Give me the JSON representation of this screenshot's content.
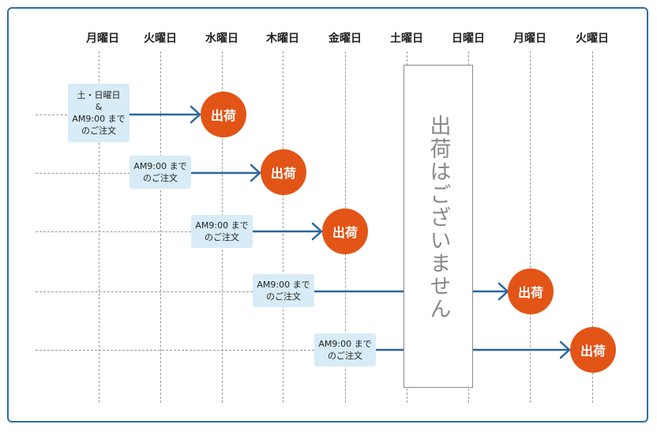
{
  "days": [
    "月曜日",
    "火曜日",
    "水曜日",
    "木曜日",
    "金曜日",
    "土曜日",
    "日曜日",
    "月曜日",
    "火曜日"
  ],
  "orders": [
    {
      "lines": [
        "土・日曜日",
        "&",
        "AM9:00 まで",
        "のご注文"
      ],
      "ship_label": "出荷"
    },
    {
      "lines": [
        "AM9:00 まで",
        "のご注文"
      ],
      "ship_label": "出荷"
    },
    {
      "lines": [
        "AM9:00 まで",
        "のご注文"
      ],
      "ship_label": "出荷"
    },
    {
      "lines": [
        "AM9:00 まで",
        "のご注文"
      ],
      "ship_label": "出荷"
    },
    {
      "lines": [
        "AM9:00 まで",
        "のご注文"
      ],
      "ship_label": "出荷"
    }
  ],
  "closed_notice": "出荷はございません",
  "colors": {
    "frame": "#2e6fa8",
    "arrow": "#2a66a0",
    "ship": "#e35417",
    "order_box": "#d7ecf6",
    "closed_text": "#8a8a8a"
  }
}
